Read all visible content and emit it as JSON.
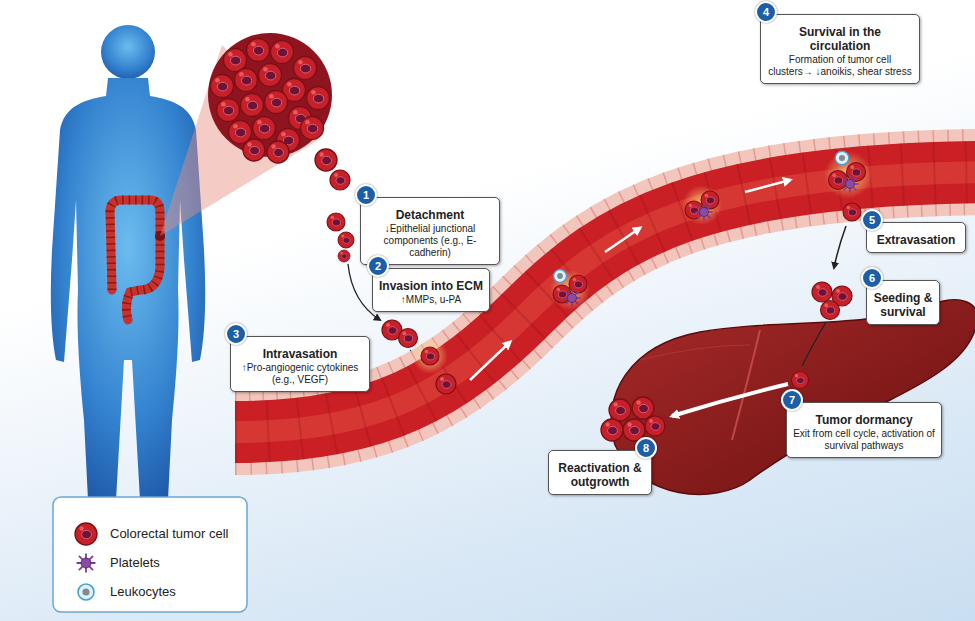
{
  "diagram": {
    "nodes": [
      {
        "text": [
          "Detachment",
          "↓Epithelial junctional components (e.g., E-cadherin)"
        ]
      },
      {
        "text": [
          "Invasion into ECM",
          "↑MMPs, u-PA"
        ]
      },
      {
        "text": [
          "Intravasation",
          "↑Pro-angiogenic cytokines (e.g., VEGF)"
        ]
      },
      {
        "text": [
          "Survival in the circulation",
          "Formation of tumor cell clusters→ ↓anoikis, shear stress"
        ]
      },
      {
        "text": [
          "Extravasation"
        ]
      },
      {
        "text": [
          "Seeding & survival"
        ]
      },
      {
        "text": [
          "Tumor dormancy",
          "Exit from cell cycle, activation of survival pathways"
        ]
      },
      {
        "text": [
          "Reactivation & outgrowth"
        ]
      }
    ],
    "labels": [
      "1",
      "2",
      "3",
      "4",
      "5",
      "6",
      "7",
      "8"
    ],
    "legend": [
      {
        "text": "Colorectal tumor cell"
      },
      {
        "text": "Platelets"
      },
      {
        "text": "Leukocytes"
      }
    ]
  }
}
